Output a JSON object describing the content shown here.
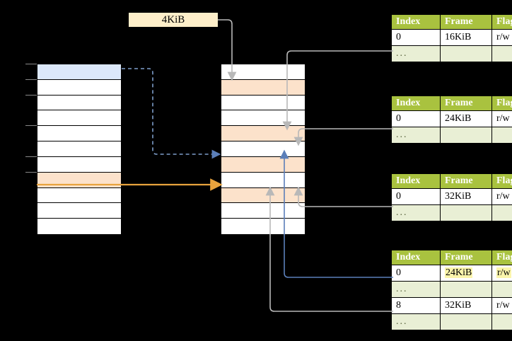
{
  "diagram": {
    "title": "multi-level-page-table-walk",
    "page_size_label": "4KiB",
    "colors": {
      "header_green": "#a9c23f",
      "dots_row": "#e9efd5",
      "highlight_yellow": "#fbf5ab",
      "row_peach": "#fce2cb",
      "row_blue": "#dce8fa",
      "label_cream": "#fdeec9",
      "arrow_blue": "#5b7fb9",
      "arrow_orange": "#e8a33d",
      "arrow_gray": "#b8b8b8"
    }
  },
  "left_table": {
    "name": "virtual-address-space",
    "row_count": 11,
    "rows": [
      {
        "label": "",
        "fill": "blue"
      },
      {
        "label": "",
        "fill": "white"
      },
      {
        "label": "",
        "fill": "white"
      },
      {
        "label": "",
        "fill": "white"
      },
      {
        "label": "",
        "fill": "white"
      },
      {
        "label": "",
        "fill": "white"
      },
      {
        "label": "",
        "fill": "white"
      },
      {
        "label": "",
        "fill": "peach"
      },
      {
        "label": "",
        "fill": "white"
      },
      {
        "label": "",
        "fill": "white"
      },
      {
        "label": "",
        "fill": "white"
      }
    ]
  },
  "middle_table": {
    "name": "physical-memory",
    "row_count": 11,
    "rows": [
      {
        "label": "",
        "fill": "white"
      },
      {
        "label": "",
        "fill": "peach"
      },
      {
        "label": "",
        "fill": "white"
      },
      {
        "label": "",
        "fill": "white"
      },
      {
        "label": "",
        "fill": "peach"
      },
      {
        "label": "",
        "fill": "white"
      },
      {
        "label": "",
        "fill": "peach"
      },
      {
        "label": "",
        "fill": "white"
      },
      {
        "label": "",
        "fill": "peach"
      },
      {
        "label": "",
        "fill": "white"
      },
      {
        "label": "",
        "fill": "white"
      }
    ]
  },
  "page_tables": [
    {
      "name": "page-table-level-1",
      "columns": [
        "Index",
        "Frame",
        "Flags"
      ],
      "rows": [
        {
          "cells": [
            "0",
            "16KiB",
            "r/w"
          ],
          "dots": false,
          "highlight": []
        },
        {
          "cells": [
            "...",
            "",
            ""
          ],
          "dots": true,
          "highlight": []
        }
      ]
    },
    {
      "name": "page-table-level-2",
      "columns": [
        "Index",
        "Frame",
        "Flags"
      ],
      "rows": [
        {
          "cells": [
            "0",
            "24KiB",
            "r/w"
          ],
          "dots": false,
          "highlight": []
        },
        {
          "cells": [
            "...",
            "",
            ""
          ],
          "dots": true,
          "highlight": []
        }
      ]
    },
    {
      "name": "page-table-level-3",
      "columns": [
        "Index",
        "Frame",
        "Flags"
      ],
      "rows": [
        {
          "cells": [
            "0",
            "32KiB",
            "r/w"
          ],
          "dots": false,
          "highlight": []
        },
        {
          "cells": [
            "...",
            "",
            ""
          ],
          "dots": true,
          "highlight": []
        }
      ]
    },
    {
      "name": "page-table-level-4",
      "columns": [
        "Index",
        "Frame",
        "Flags"
      ],
      "rows": [
        {
          "cells": [
            "0",
            "24KiB",
            "r/w"
          ],
          "dots": false,
          "highlight": [
            1,
            2
          ]
        },
        {
          "cells": [
            "...",
            "",
            ""
          ],
          "dots": true,
          "highlight": []
        },
        {
          "cells": [
            "8",
            "32KiB",
            "r/w"
          ],
          "dots": false,
          "highlight": []
        },
        {
          "cells": [
            "...",
            "",
            ""
          ],
          "dots": true,
          "highlight": []
        }
      ]
    }
  ]
}
